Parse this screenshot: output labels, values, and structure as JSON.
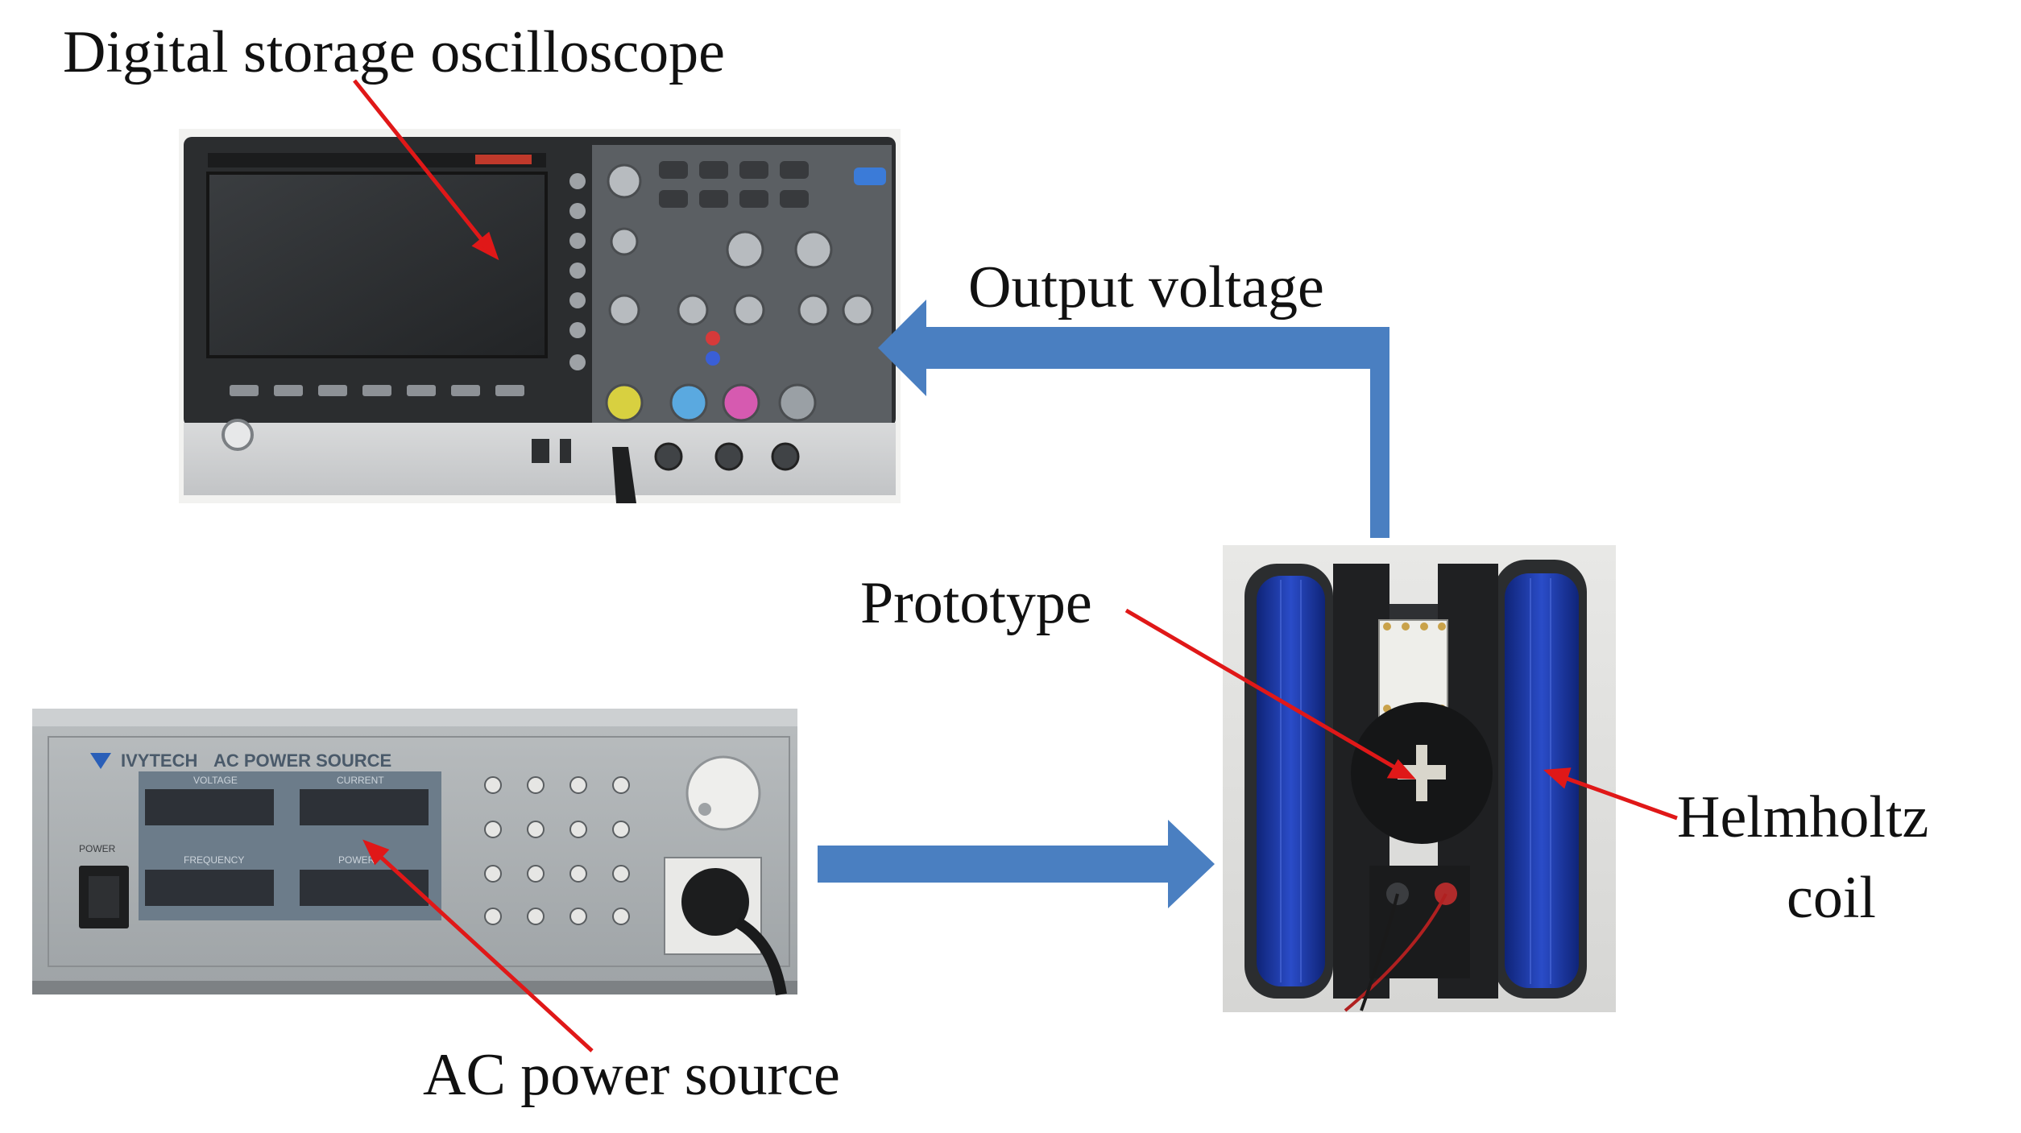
{
  "labels": {
    "oscilloscope": "Digital storage oscilloscope",
    "output_voltage": "Output voltage",
    "prototype": "Prototype",
    "helmholtz_line1": "Helmholtz",
    "helmholtz_line2": "coil",
    "ac_power": "AC power source"
  },
  "device_text": {
    "ac_brand": "IVYTECH",
    "ac_model": "AC POWER SOURCE",
    "ac_voltage": "VOLTAGE",
    "ac_current": "CURRENT",
    "ac_frequency": "FREQUENCY",
    "ac_power": "POWER",
    "ac_switch": "POWER"
  },
  "colors": {
    "flow_arrow": "#4a7fc1",
    "pointer_arrow": "#e01818",
    "coil_blue": "#1d3aa8",
    "text": "#111111"
  }
}
